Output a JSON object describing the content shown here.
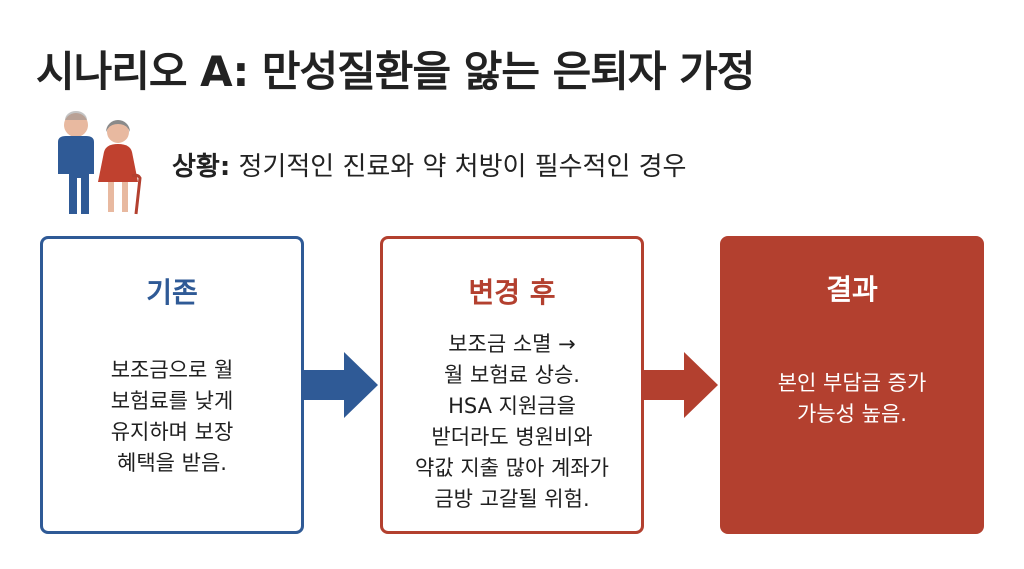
{
  "title": "시나리오 A: 만성질환을 앓는 은퇴자 가정",
  "situation": {
    "label": "상황:",
    "text": " 정기적인 진료와 약 처방이 필수적인 경우"
  },
  "icon": "elderly-couple-icon",
  "colors": {
    "blue": "#2f5a96",
    "red": "#b3402f"
  },
  "boxes": [
    {
      "title": "기존",
      "body": "보조금으로 월\n보험료를 낮게\n유지하며 보장\n혜택을 받음."
    },
    {
      "title": "변경 후",
      "body": "보조금 소멸 →\n월 보험료 상승.\nHSA 지원금을\n받더라도 병원비와\n약값 지출 많아 계좌가\n금방 고갈될 위험."
    },
    {
      "title": "결과",
      "body": "본인 부담금 증가\n가능성 높음."
    }
  ]
}
